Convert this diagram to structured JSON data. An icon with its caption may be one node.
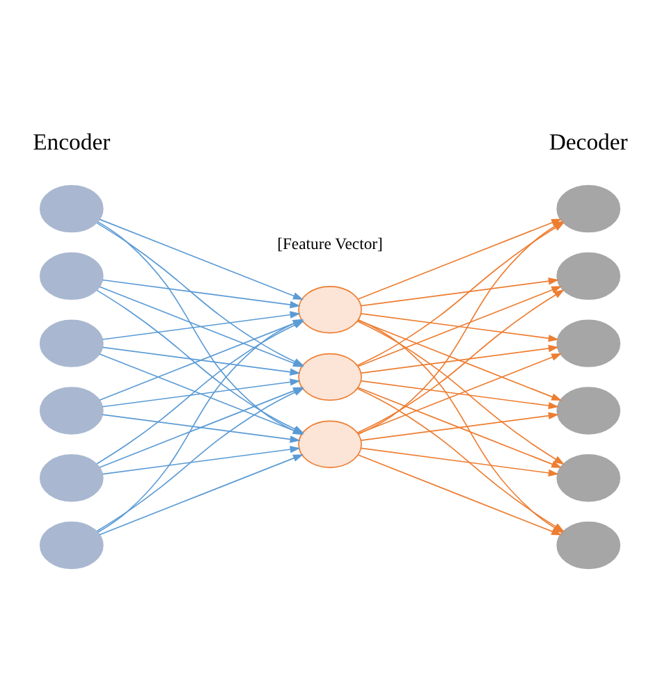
{
  "diagram": {
    "nodes": [
      {
        "text": [],
        "shape": "ellipse"
      },
      {
        "text": [],
        "shape": "ellipse"
      },
      {
        "text": [],
        "shape": "ellipse"
      },
      {
        "text": [],
        "shape": "ellipse"
      },
      {
        "text": [],
        "shape": "ellipse"
      },
      {
        "text": [],
        "shape": "ellipse"
      },
      {
        "text": [],
        "shape": "ellipse"
      },
      {
        "text": [],
        "shape": "ellipse"
      },
      {
        "text": [],
        "shape": "ellipse"
      },
      {
        "text": [],
        "shape": "ellipse"
      },
      {
        "text": [],
        "shape": "ellipse"
      },
      {
        "text": [],
        "shape": "ellipse"
      },
      {
        "text": [],
        "shape": "ellipse"
      },
      {
        "text": [],
        "shape": "ellipse"
      },
      {
        "text": [],
        "shape": "ellipse"
      }
    ],
    "edges": [
      {
        "from": 0,
        "to": 6,
        "arrow": "to",
        "color": "#5b9bd5"
      },
      {
        "from": 0,
        "to": 7,
        "arrow": "to",
        "color": "#5b9bd5"
      },
      {
        "from": 0,
        "to": 8,
        "arrow": "to",
        "color": "#5b9bd5"
      },
      {
        "from": 1,
        "to": 6,
        "arrow": "to",
        "color": "#5b9bd5"
      },
      {
        "from": 1,
        "to": 7,
        "arrow": "to",
        "color": "#5b9bd5"
      },
      {
        "from": 1,
        "to": 8,
        "arrow": "to",
        "color": "#5b9bd5"
      },
      {
        "from": 2,
        "to": 6,
        "arrow": "to",
        "color": "#5b9bd5"
      },
      {
        "from": 2,
        "to": 7,
        "arrow": "to",
        "color": "#5b9bd5"
      },
      {
        "from": 2,
        "to": 8,
        "arrow": "to",
        "color": "#5b9bd5"
      },
      {
        "from": 3,
        "to": 6,
        "arrow": "to",
        "color": "#5b9bd5"
      },
      {
        "from": 3,
        "to": 7,
        "arrow": "to",
        "color": "#5b9bd5"
      },
      {
        "from": 3,
        "to": 8,
        "arrow": "to",
        "color": "#5b9bd5"
      },
      {
        "from": 4,
        "to": 6,
        "arrow": "to",
        "color": "#5b9bd5"
      },
      {
        "from": 4,
        "to": 7,
        "arrow": "to",
        "color": "#5b9bd5"
      },
      {
        "from": 4,
        "to": 8,
        "arrow": "to",
        "color": "#5b9bd5"
      },
      {
        "from": 5,
        "to": 6,
        "arrow": "to",
        "color": "#5b9bd5"
      },
      {
        "from": 5,
        "to": 7,
        "arrow": "to",
        "color": "#5b9bd5"
      },
      {
        "from": 5,
        "to": 8,
        "arrow": "to",
        "color": "#5b9bd5"
      },
      {
        "from": 6,
        "to": 9,
        "arrow": "to",
        "color": "#ed7d31"
      },
      {
        "from": 6,
        "to": 10,
        "arrow": "to",
        "color": "#ed7d31"
      },
      {
        "from": 6,
        "to": 11,
        "arrow": "to",
        "color": "#ed7d31"
      },
      {
        "from": 6,
        "to": 12,
        "arrow": "to",
        "color": "#ed7d31"
      },
      {
        "from": 6,
        "to": 13,
        "arrow": "to",
        "color": "#ed7d31"
      },
      {
        "from": 6,
        "to": 14,
        "arrow": "to",
        "color": "#ed7d31"
      },
      {
        "from": 7,
        "to": 9,
        "arrow": "to",
        "color": "#ed7d31"
      },
      {
        "from": 7,
        "to": 10,
        "arrow": "to",
        "color": "#ed7d31"
      },
      {
        "from": 7,
        "to": 11,
        "arrow": "to",
        "color": "#ed7d31"
      },
      {
        "from": 7,
        "to": 12,
        "arrow": "to",
        "color": "#ed7d31"
      },
      {
        "from": 7,
        "to": 13,
        "arrow": "to",
        "color": "#ed7d31"
      },
      {
        "from": 7,
        "to": 14,
        "arrow": "to",
        "color": "#ed7d31"
      },
      {
        "from": 8,
        "to": 9,
        "arrow": "to",
        "color": "#ed7d31"
      },
      {
        "from": 8,
        "to": 10,
        "arrow": "to",
        "color": "#ed7d31"
      },
      {
        "from": 8,
        "to": 11,
        "arrow": "to",
        "color": "#ed7d31"
      },
      {
        "from": 8,
        "to": 12,
        "arrow": "to",
        "color": "#ed7d31"
      },
      {
        "from": 8,
        "to": 13,
        "arrow": "to",
        "color": "#ed7d31"
      },
      {
        "from": 8,
        "to": 14,
        "arrow": "to",
        "color": "#ed7d31"
      }
    ],
    "labels": [
      "[Feature Vector]",
      "Encoder",
      "Decoder"
    ]
  }
}
